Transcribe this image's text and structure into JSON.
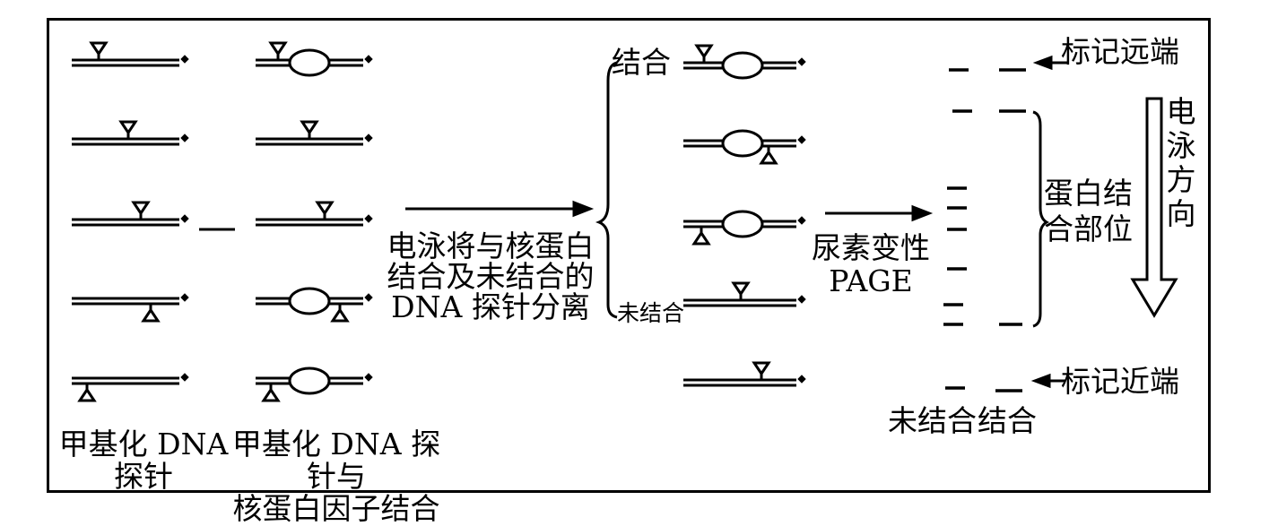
{
  "labels": {
    "methylated_probe": "甲基化 DNA\n探针",
    "probe_protein_bound": "甲基化 DNA 探针与\n核蛋白因子结合",
    "electrophoresis_separation": "电泳将与核蛋白\n结合及未结合的\nDNA 探针分离",
    "bound": "结合",
    "unbound": "未结合",
    "urea_page": "尿素变性\nPAGE",
    "label_far_end": "标记远端",
    "label_near_end": "标记近端",
    "protein_binding_site": "蛋白结\n合部位",
    "direction": "电泳方向",
    "lane_unbound": "未结合",
    "lane_bound": "结合"
  }
}
